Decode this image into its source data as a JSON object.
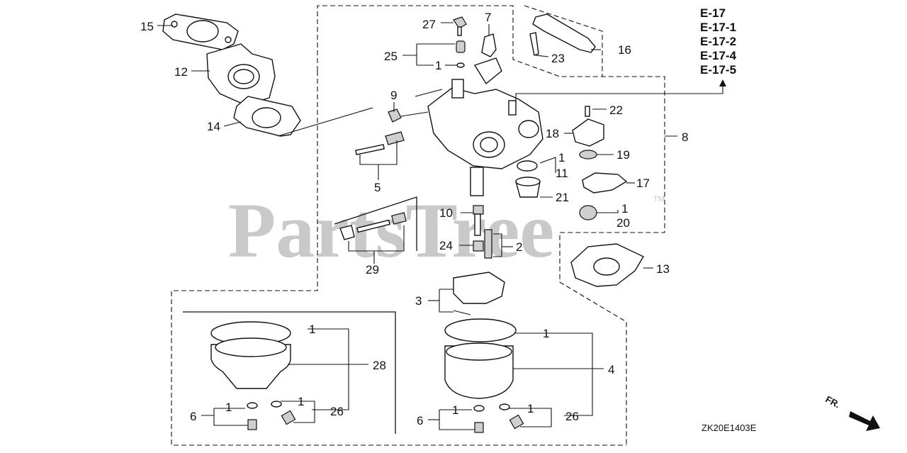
{
  "watermark": "PartsTree",
  "watermark_tm": "TM",
  "references": [
    "E-17",
    "E-17-1",
    "E-17-2",
    "E-17-4",
    "E-17-5"
  ],
  "diagram_code": "ZK20E1403E",
  "direction_label": "FR.",
  "callouts": {
    "c15": "15",
    "c12": "12",
    "c14": "14",
    "c27": "27",
    "c7": "7",
    "c25": "25",
    "c1a": "1",
    "c16": "16",
    "c23": "23",
    "c9": "9",
    "c5": "5",
    "c22": "22",
    "c18": "18",
    "c19": "19",
    "c8": "8",
    "c1b": "1",
    "c11": "11",
    "c17": "17",
    "c21": "21",
    "c10": "10",
    "c1c": "1",
    "c20": "20",
    "c24": "24",
    "c2": "2",
    "c29": "29",
    "c13": "13",
    "c3": "3",
    "c1d": "1",
    "c28": "28",
    "c1e": "1",
    "c4": "4",
    "c6a": "6",
    "c1f": "1",
    "c1g": "1",
    "c26a": "26",
    "c6b": "6",
    "c1h": "1",
    "c1i": "1",
    "c26b": "26"
  },
  "colors": {
    "ink": "#111111",
    "watermark": "#c9c9c9",
    "background": "#ffffff"
  }
}
